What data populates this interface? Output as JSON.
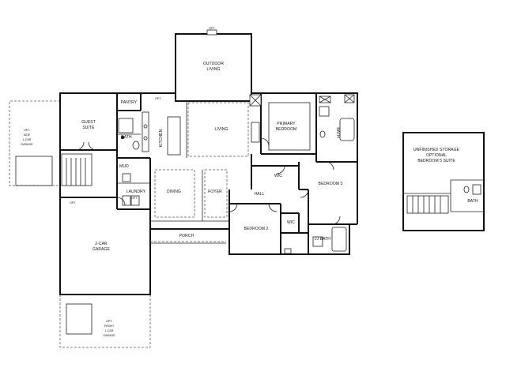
{
  "rooms": {
    "outdoor_living": [
      "OUTDOOR",
      "LIVING"
    ],
    "pantry": "PANTRY",
    "guest_suite": [
      "GUEST",
      "SUITE"
    ],
    "bath_guest": "BATH",
    "kitchen": "KITCHEN",
    "living": "LIVING",
    "primary_bedroom": [
      "PRIMARY",
      "BEDROOM"
    ],
    "bath_primary": "BATH",
    "side_garage": [
      "OPT.",
      "SIDE",
      "1-CAR",
      "GARAGE"
    ],
    "mud": "MUD",
    "laundry": "LAUNDRY",
    "dining": "DINING",
    "foyer": "FOYER",
    "wic_primary": "WIC",
    "hall": "HALL",
    "bedroom_3": "BEDROOM 3",
    "bedroom_2": "BEDROOM 2",
    "wic_bed2": "WIC",
    "jj_bath": "JJ BATH",
    "porch": "PORCH",
    "garage_2car": [
      "2-CAR",
      "GARAGE"
    ],
    "front_garage": [
      "OPT.",
      "FRONT",
      "1-CAR",
      "GARAGE"
    ],
    "storage": [
      "UNFINISHED STORAGE",
      "OPTIONAL",
      "BEDROOM 5 SUITE"
    ],
    "bath_upper": "BATH"
  },
  "small_tags": {
    "opt_top": "OPT.",
    "opt_pantry": "OPT.",
    "opt_garage": "OPT.",
    "opt_laundry": "OPT."
  }
}
